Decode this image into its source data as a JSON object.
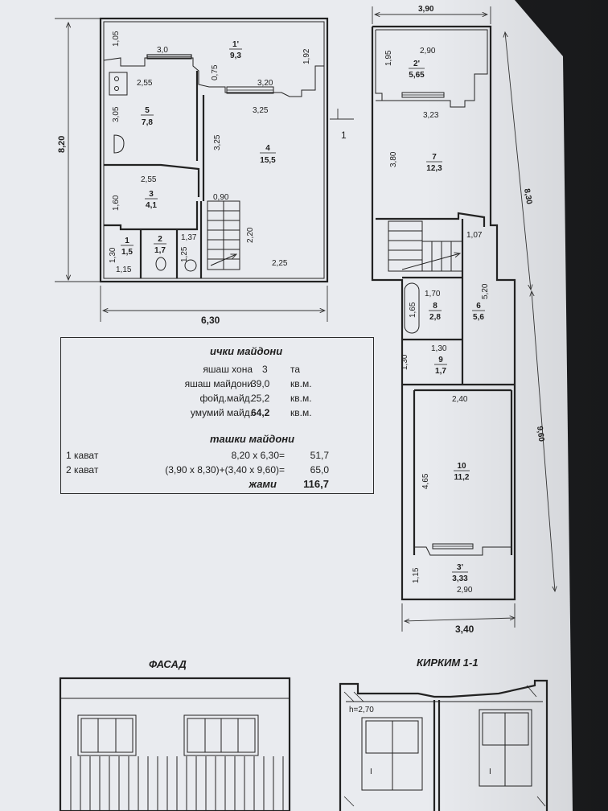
{
  "plan1": {
    "overall_height": "8,20",
    "overall_width": "6,30",
    "section_marker": "1",
    "dims": {
      "d105": "1,05",
      "d30": "3,0",
      "d075": "0,75",
      "d192": "1,92",
      "d255a": "2,55",
      "d320": "3,20",
      "d325a": "3,25",
      "d305": "3,05",
      "d325b": "3,25",
      "d255b": "2,55",
      "d160": "1,60",
      "d090": "0,90",
      "d137": "1,37",
      "d125": "1,25",
      "d130": "1,30",
      "d115": "1,15",
      "d220": "2,20",
      "d225": "2,25"
    },
    "rooms": [
      {
        "num": "1'",
        "area": "9,3"
      },
      {
        "num": "5",
        "area": "7,8"
      },
      {
        "num": "4",
        "area": "15,5"
      },
      {
        "num": "3",
        "area": "4,1"
      },
      {
        "num": "2",
        "area": "1,7"
      },
      {
        "num": "1",
        "area": "1,5"
      }
    ]
  },
  "plan2": {
    "top_width": "3,90",
    "bottom_width": "3,40",
    "height_upper": "8,30",
    "height_lower": "9,60",
    "dims": {
      "d195": "1,95",
      "d290a": "2,90",
      "d323": "3,23",
      "d380": "3,80",
      "d107": "1,07",
      "d170": "1,70",
      "d165": "1,65",
      "d520": "5,20",
      "d130a": "1,30",
      "d130b": "1,30",
      "d240": "2,40",
      "d465": "4,65",
      "d115": "1,15",
      "d290b": "2,90"
    },
    "rooms": [
      {
        "num": "2'",
        "area": "5,65"
      },
      {
        "num": "7",
        "area": "12,3"
      },
      {
        "num": "8",
        "area": "2,8"
      },
      {
        "num": "6",
        "area": "5,6"
      },
      {
        "num": "9",
        "area": "1,7"
      },
      {
        "num": "10",
        "area": "11,2"
      },
      {
        "num": "3'",
        "area": "3,33"
      }
    ]
  },
  "summary": {
    "inner_title": "ички майдони",
    "rows": [
      {
        "label": "яшаш хона",
        "value": "3",
        "unit": "та"
      },
      {
        "label": "яшаш майдони",
        "value": "39,0",
        "unit": "кв.м."
      },
      {
        "label": "фойд.майд.",
        "value": "25,2",
        "unit": "кв.м."
      },
      {
        "label": "умумий майд.",
        "value": "64,2",
        "unit": "кв.м."
      }
    ],
    "outer_title": "ташки майдони",
    "floor1_label": "1 кават",
    "floor1_formula": "8,20 х 6,30=",
    "floor1_value": "51,7",
    "floor2_label": "2 кават",
    "floor2_formula": "(3,90 х 8,30)+(3,40 х 9,60)=",
    "floor2_value": "65,0",
    "total_label": "жами",
    "total_value": "116,7"
  },
  "captions": {
    "facade": "ФАСАД",
    "section": "КИРКИМ  1-1",
    "section_height": "h=2,70"
  },
  "colors": {
    "paper": "#e9ebef",
    "ink": "#1e1e1e",
    "background": "#1b1c1e"
  }
}
